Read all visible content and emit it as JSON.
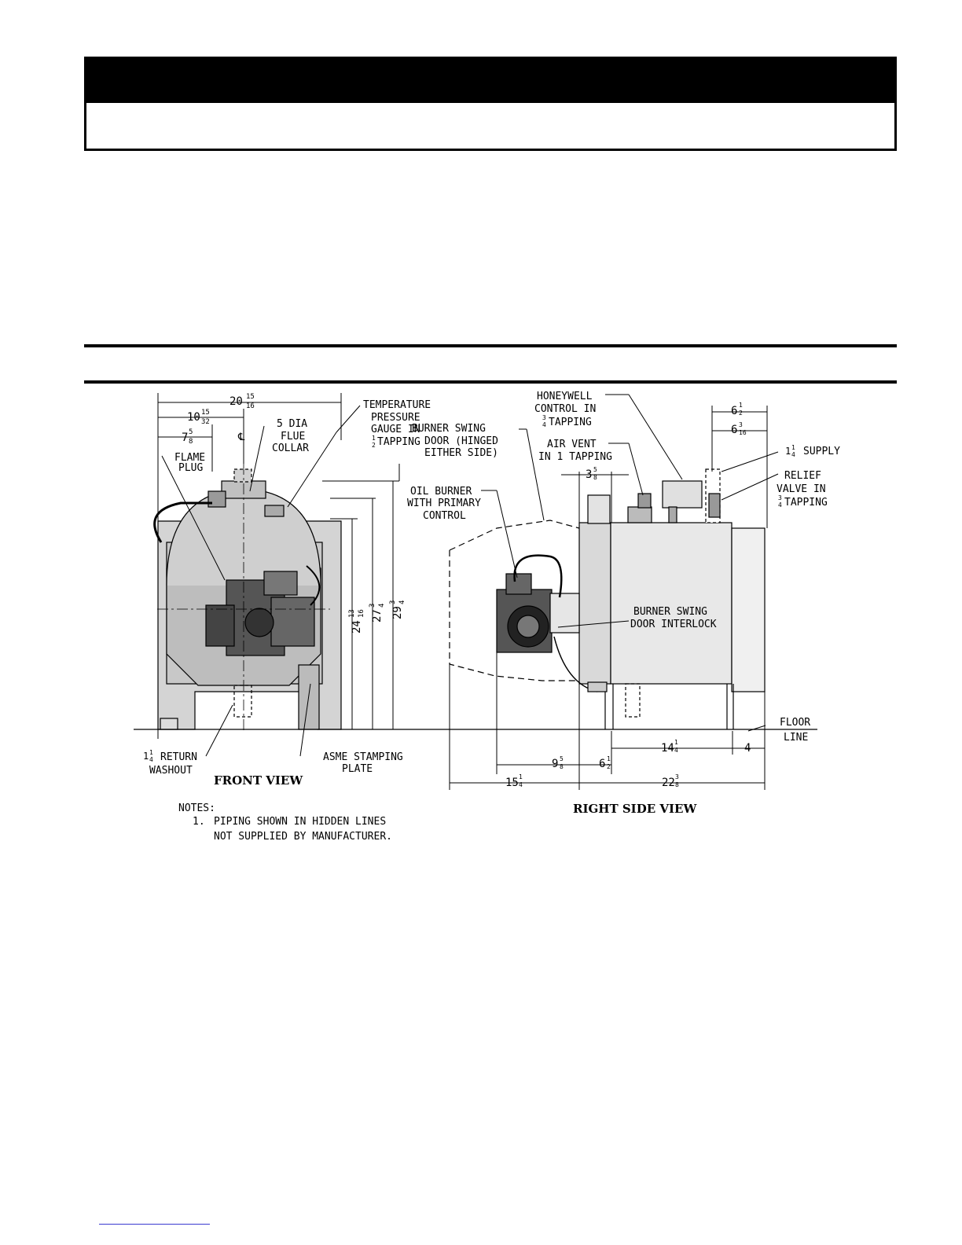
{
  "front_view": {
    "title": "FRONT VIEW",
    "dim_overall_width": {
      "whole": "20",
      "num": "15",
      "den": "16"
    },
    "dim_half_width": {
      "whole": "10",
      "num": "15",
      "den": "32"
    },
    "dim_offset": {
      "whole": "7",
      "num": "5",
      "den": "8"
    },
    "centerline": "℄",
    "dim_height_1": {
      "whole": "24",
      "num": "13",
      "den": "16"
    },
    "dim_height_2": {
      "whole": "27",
      "num": "3",
      "den": "4"
    },
    "dim_height_3": {
      "whole": "29",
      "num": "3",
      "den": "4"
    },
    "flame_plug": [
      "FLAME",
      "PLUG"
    ],
    "flue_collar": [
      "5 DIA",
      "FLUE",
      "COLLAR"
    ],
    "temp_gauge": [
      "TEMPERATURE",
      "PRESSURE",
      "GAUGE IN",
      "TAPPING"
    ],
    "temp_gauge_frac": {
      "num": "1",
      "den": "2"
    },
    "return_washout": [
      "RETURN",
      "WASHOUT"
    ],
    "return_frac": {
      "whole": "1",
      "num": "1",
      "den": "4"
    },
    "asme": [
      "ASME STAMPING",
      "PLATE"
    ]
  },
  "side_view": {
    "title": "RIGHT SIDE VIEW",
    "burner_swing_door": [
      "BURNER SWING",
      "DOOR (HINGED",
      "EITHER SIDE)"
    ],
    "honeywell": [
      "HONEYWELL",
      "CONTROL IN",
      "TAPPING"
    ],
    "honeywell_frac": {
      "num": "3",
      "den": "4"
    },
    "air_vent": [
      "AIR VENT",
      "IN 1 TAPPING"
    ],
    "oil_burner": [
      "OIL BURNER",
      "WITH PRIMARY",
      "CONTROL"
    ],
    "supply": "SUPPLY",
    "supply_frac": {
      "whole": "1",
      "num": "1",
      "den": "4"
    },
    "relief": [
      "RELIEF",
      "VALVE IN",
      "TAPPING"
    ],
    "relief_frac": {
      "num": "3",
      "den": "4"
    },
    "interlock": [
      "BURNER SWING",
      "DOOR INTERLOCK"
    ],
    "floor_line": [
      "FLOOR",
      "LINE"
    ],
    "dim_a": {
      "whole": "6",
      "num": "1",
      "den": "2"
    },
    "dim_b": {
      "whole": "6",
      "num": "3",
      "den": "16"
    },
    "dim_c": {
      "whole": "3",
      "num": "5",
      "den": "8"
    },
    "dim_d": {
      "whole": "9",
      "num": "5",
      "den": "8"
    },
    "dim_e": {
      "whole": "6",
      "num": "1",
      "den": "2"
    },
    "dim_f": {
      "whole": "14",
      "num": "1",
      "den": "4"
    },
    "dim_g": "4",
    "dim_h": {
      "whole": "15",
      "num": "1",
      "den": "4"
    },
    "dim_i": {
      "whole": "22",
      "num": "3",
      "den": "8"
    }
  },
  "notes": {
    "heading": "NOTES:",
    "number": "1.",
    "lines": [
      "PIPING SHOWN IN HIDDEN LINES",
      "NOT SUPPLIED BY MANUFACTURER."
    ]
  }
}
